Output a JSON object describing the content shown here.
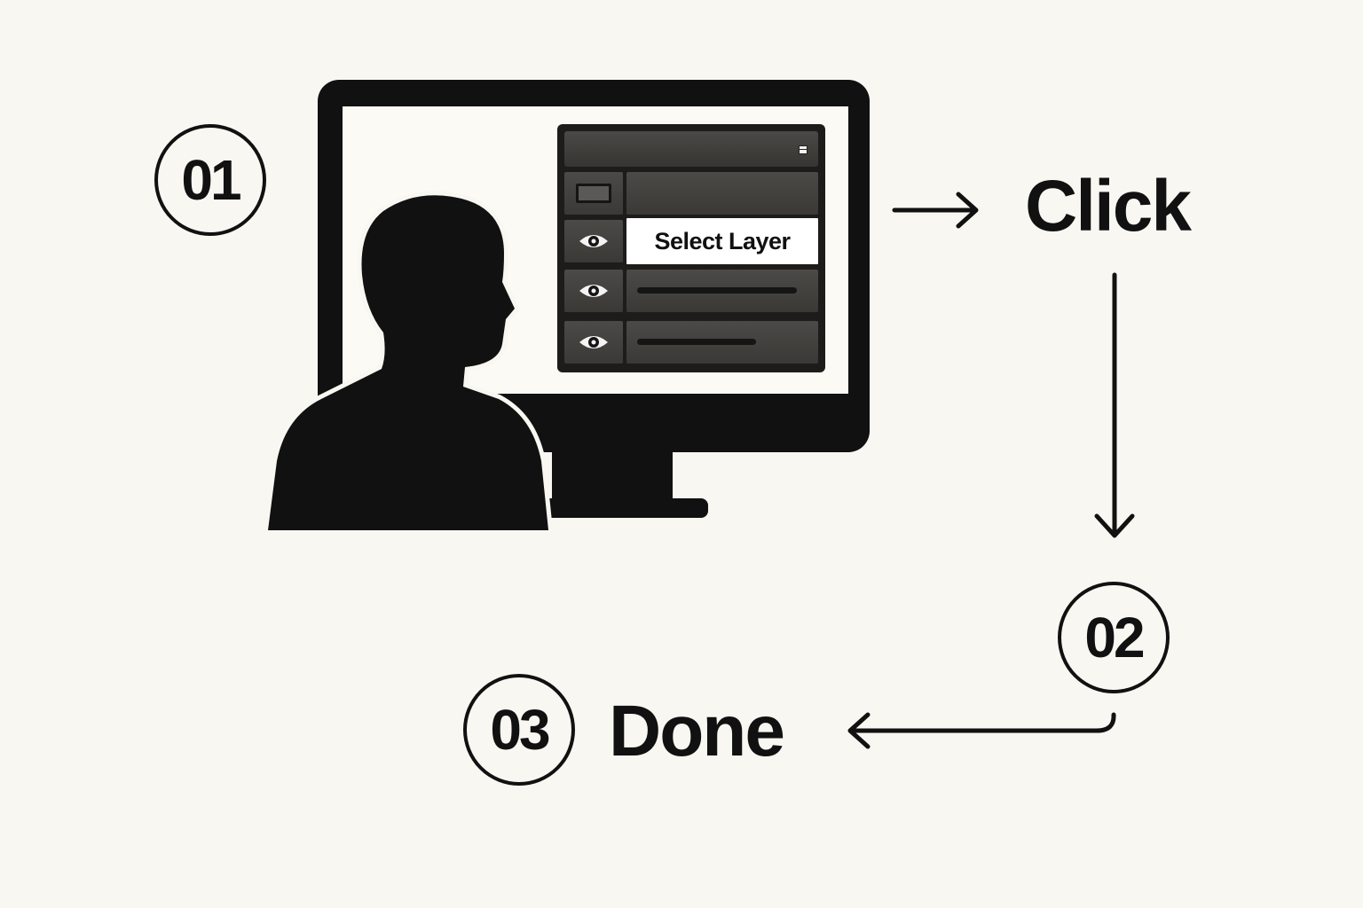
{
  "steps": [
    {
      "number": "01"
    },
    {
      "number": "02"
    },
    {
      "number": "03"
    }
  ],
  "labels": {
    "click": "Click",
    "done": "Done"
  },
  "panel": {
    "selected_row_label": "Select Layer",
    "icons": [
      "menu-icon",
      "thumbnail-icon",
      "eye-icon",
      "eye-icon",
      "eye-icon"
    ]
  },
  "colors": {
    "background": "#f8f7f2",
    "ink": "#111111",
    "panel": "#1d1c1a",
    "selected_row": "#ffffff"
  }
}
